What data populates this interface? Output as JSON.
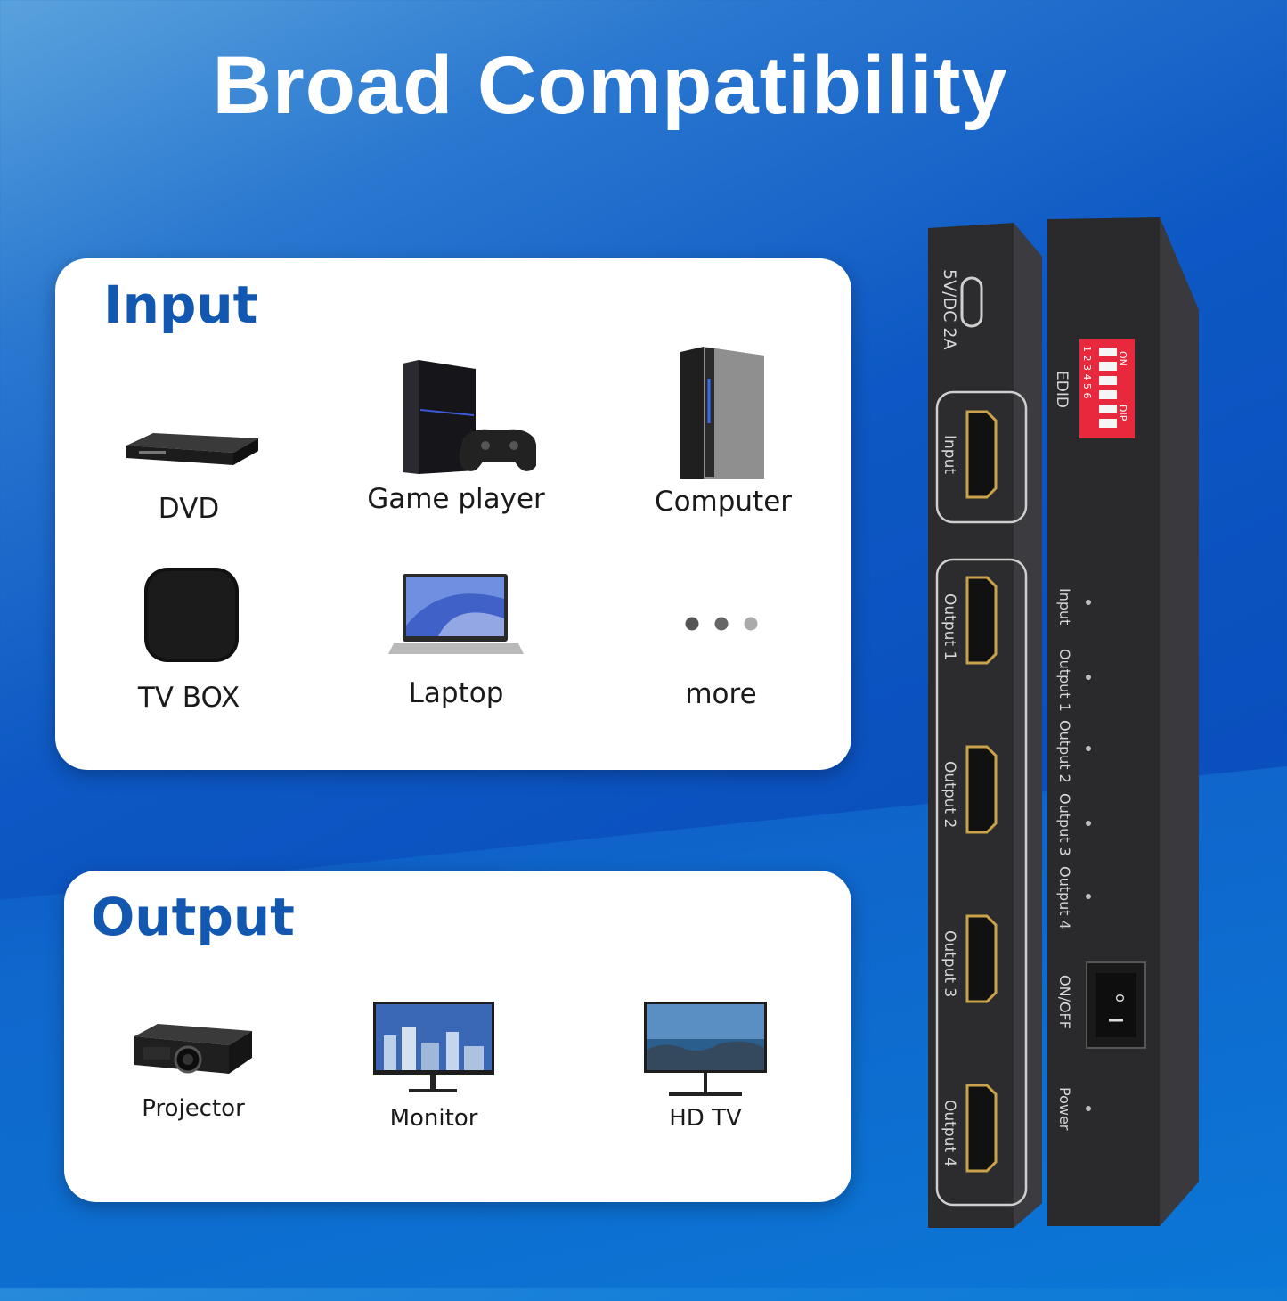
{
  "title": "Broad Compatibility",
  "input_card": {
    "title": "Input",
    "items": [
      {
        "label": "DVD",
        "icon": "dvd-player-icon"
      },
      {
        "label": "Game player",
        "icon": "game-console-icon"
      },
      {
        "label": "Computer",
        "icon": "desktop-tower-icon"
      },
      {
        "label": "TV BOX",
        "icon": "tv-box-icon"
      },
      {
        "label": "Laptop",
        "icon": "laptop-icon"
      },
      {
        "label": "more",
        "icon": "more-dots-icon"
      }
    ]
  },
  "output_card": {
    "title": "Output",
    "items": [
      {
        "label": "Projector",
        "icon": "projector-icon"
      },
      {
        "label": "Monitor",
        "icon": "monitor-icon"
      },
      {
        "label": "HD TV",
        "icon": "tv-icon"
      }
    ]
  },
  "device": {
    "power_port_label": "5V/DC 2A",
    "input_port_label": "Input",
    "output_ports": [
      "Output 1",
      "Output 2",
      "Output 3",
      "Output 4"
    ],
    "edid_label": "EDID",
    "dip_on_label": "ON",
    "dip_label": "DIP",
    "dip_numbers": "1 2 3 4 5 6",
    "led_labels": [
      "Input",
      "Output 1",
      "Output 2",
      "Output 3",
      "Output 4"
    ],
    "switch_label": "ON/OFF",
    "power_led_label": "Power"
  },
  "colors": {
    "accent": "#1258b1",
    "dip_switch": "#e8283c",
    "hdmi_gold": "#c9a24a"
  }
}
